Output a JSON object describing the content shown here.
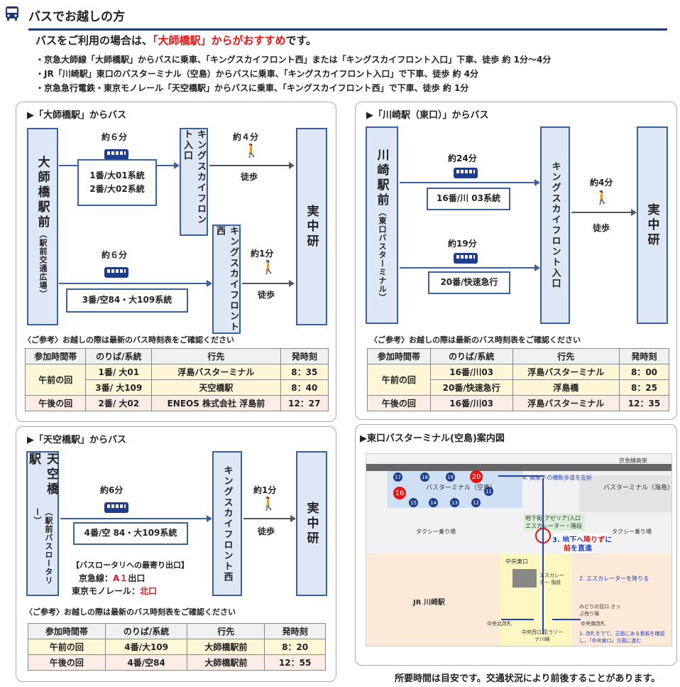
{
  "header": {
    "title": "バスでお越しの方",
    "subtitle_pre": "バスをご利用の場合は、",
    "subtitle_red": "「大師橋駅」からがおすすめ",
    "subtitle_post": "です。",
    "bullets": [
      "・京急大師線「大師橋駅」からバスに乗車、「キングスカイフロント西」または「キングスカイフロント入口」下車、徒歩 約 1分〜4分",
      "・JR「川崎駅」東口のバスターミナル（空島）からバスに乗車、「キングスカイフロント入口」で下車、徒歩 約 4分",
      "・京急急行電鉄・東京モノレール「天空橋駅」からバスに乗車、「キングスカイフロント西」で下車、徒歩 約 1分"
    ]
  },
  "common": {
    "walk": "徒歩",
    "dest": "実中研",
    "note": "〈ご参考〉お越しの際は最新のバス時刻表をご確認ください",
    "th": [
      "参加時間帯",
      "のりば/系統",
      "行先",
      "発時刻"
    ],
    "am": "午前の回",
    "pm": "午後の回"
  },
  "daishi": {
    "title": "▶「大師橋駅」からバス",
    "station_main": "大師橋駅前",
    "station_sub": "（駅前交通広場）",
    "time1": "約６分",
    "route1a": "1番/大01系統",
    "route1b": "2番/大02系統",
    "stop1": "キングスカイフロント入口",
    "walk1": "約４分",
    "time2": "約６分",
    "route2": "3番/空84・大109系統",
    "stop2": "キングスカイフロント西",
    "walk2": "約1分",
    "rows": [
      [
        "1番/ 大01",
        "浮島バスターミナル",
        "8：35"
      ],
      [
        "3番/ 大109",
        "天空橋駅",
        "8：40"
      ],
      [
        "2番/ 大02",
        "ENEOS 株式会社 浮島前",
        "12：27"
      ]
    ]
  },
  "kawasaki": {
    "title": "▶「川崎駅（東口）」からバス",
    "station_main": "川崎駅前",
    "station_sub": "（東口バスターミナル）",
    "time1": "約24分",
    "route1": "16番/川 03系統",
    "time2": "約19分",
    "route2": "20番/快速急行",
    "stop": "キングスカイフロント入口",
    "walk": "約4分",
    "rows": [
      [
        "16番/川03",
        "浮島バスターミナル",
        "8：00"
      ],
      [
        "20番/快速急行",
        "浮島橋",
        "8：25"
      ],
      [
        "16番/川03",
        "浮島バスターミナル",
        "12：35"
      ]
    ]
  },
  "tenku": {
    "title": "▶「天空橋駅」からバス",
    "station_main": "天空橋駅",
    "station_sub": "（駅前バスロータリー）",
    "time": "約6分",
    "route": "4番/空 84・大109系統",
    "stop": "キングスカイフロント西",
    "walk": "約1分",
    "exit_head": "【バスロータリへの最寄り出口】",
    "exit1_pre": "京急線：",
    "exit1_red": "A１",
    "exit1_post": "出口",
    "exit2_pre": "東京モノレール：",
    "exit2_red": "北口",
    "rows": [
      [
        "4番/大109",
        "大師橋駅前",
        "8：20"
      ],
      [
        "4番/空84",
        "大師橋駅前",
        "12：55"
      ]
    ]
  },
  "map": {
    "title": "▶東口バスターミナル(空島)案内図",
    "rail": "京急線高架",
    "terminal": "バスターミナル（空島）",
    "terminal2": "バスターミナル（海島）",
    "taxi1": "タクシー乗り場",
    "taxi2": "タクシー乗り場",
    "step4": "4. 高架下の横断歩道を左折",
    "underground": "地下街(アゼリア)入口 エスカレーター・階段",
    "step3_pre": "3. 地下へ",
    "step3_red": "降りず",
    "step3_post": "に",
    "step3b_red": "前",
    "step3b_post": "を直進",
    "east": "中央東口",
    "esc": "エスカレーター 階段",
    "step2": "2. エスカレーターを降りる",
    "jr": "JR 川崎駅",
    "midori": "みどりの窓口 きっぷ売り場",
    "north_gate": "中央北改札",
    "south_gate": "中央南改札",
    "west": "中央西口 至ラゾーナ川崎",
    "step1": "1. 改札をでて、正面にある看板を確認し、「中央東口」方面に進む",
    "stops_top": [
      "17",
      "18",
      "19"
    ],
    "stop_red_top": "20",
    "stop_red_left": "16",
    "stops_bottom": [
      "15",
      "14",
      "13",
      "12"
    ],
    "stop_right": "11"
  },
  "footer": "所要時間は目安です。交通状況により前後することがあります。"
}
